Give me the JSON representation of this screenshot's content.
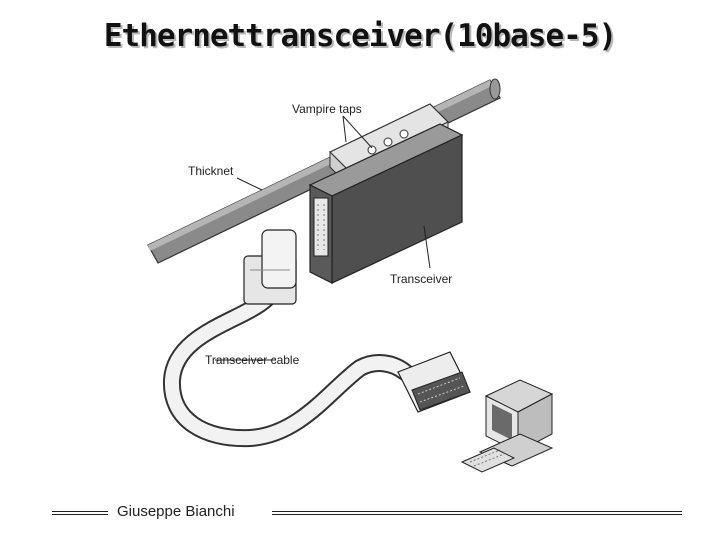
{
  "slide": {
    "title": "Ethernettransceiver(10base-5)",
    "author": "Giuseppe Bianchi"
  },
  "diagram": {
    "labels": {
      "vampire_taps": "Vampire taps",
      "thicknet": "Thicknet",
      "transceiver": "Transceiver",
      "transceiver_cable": "Transceiver cable"
    }
  }
}
